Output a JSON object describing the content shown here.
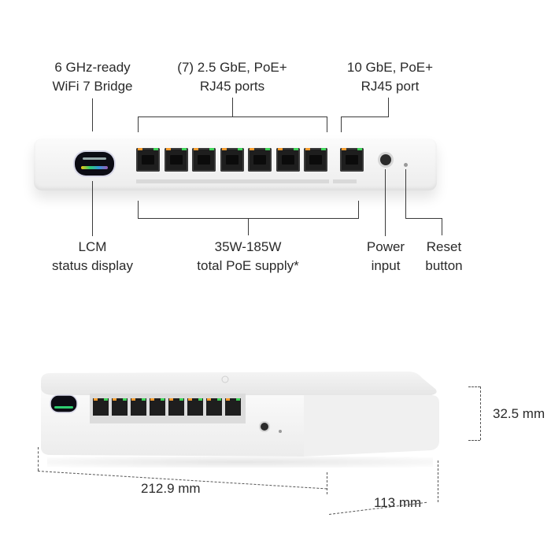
{
  "callouts": {
    "bridge": [
      "6 GHz-ready",
      "WiFi 7 Bridge"
    ],
    "ports_25": [
      "(7) 2.5 GbE, PoE+",
      "RJ45 ports"
    ],
    "port_10": [
      "10 GbE, PoE+",
      "RJ45 port"
    ],
    "lcm": [
      "LCM",
      "status display"
    ],
    "poe_supply": [
      "35W-185W",
      "total PoE supply*"
    ],
    "power": [
      "Power",
      "input"
    ],
    "reset": [
      "Reset",
      "button"
    ]
  },
  "dimensions": {
    "height": "32.5 mm",
    "width": "212.9 mm",
    "depth": "113 mm"
  },
  "device": {
    "port_count": 8
  }
}
